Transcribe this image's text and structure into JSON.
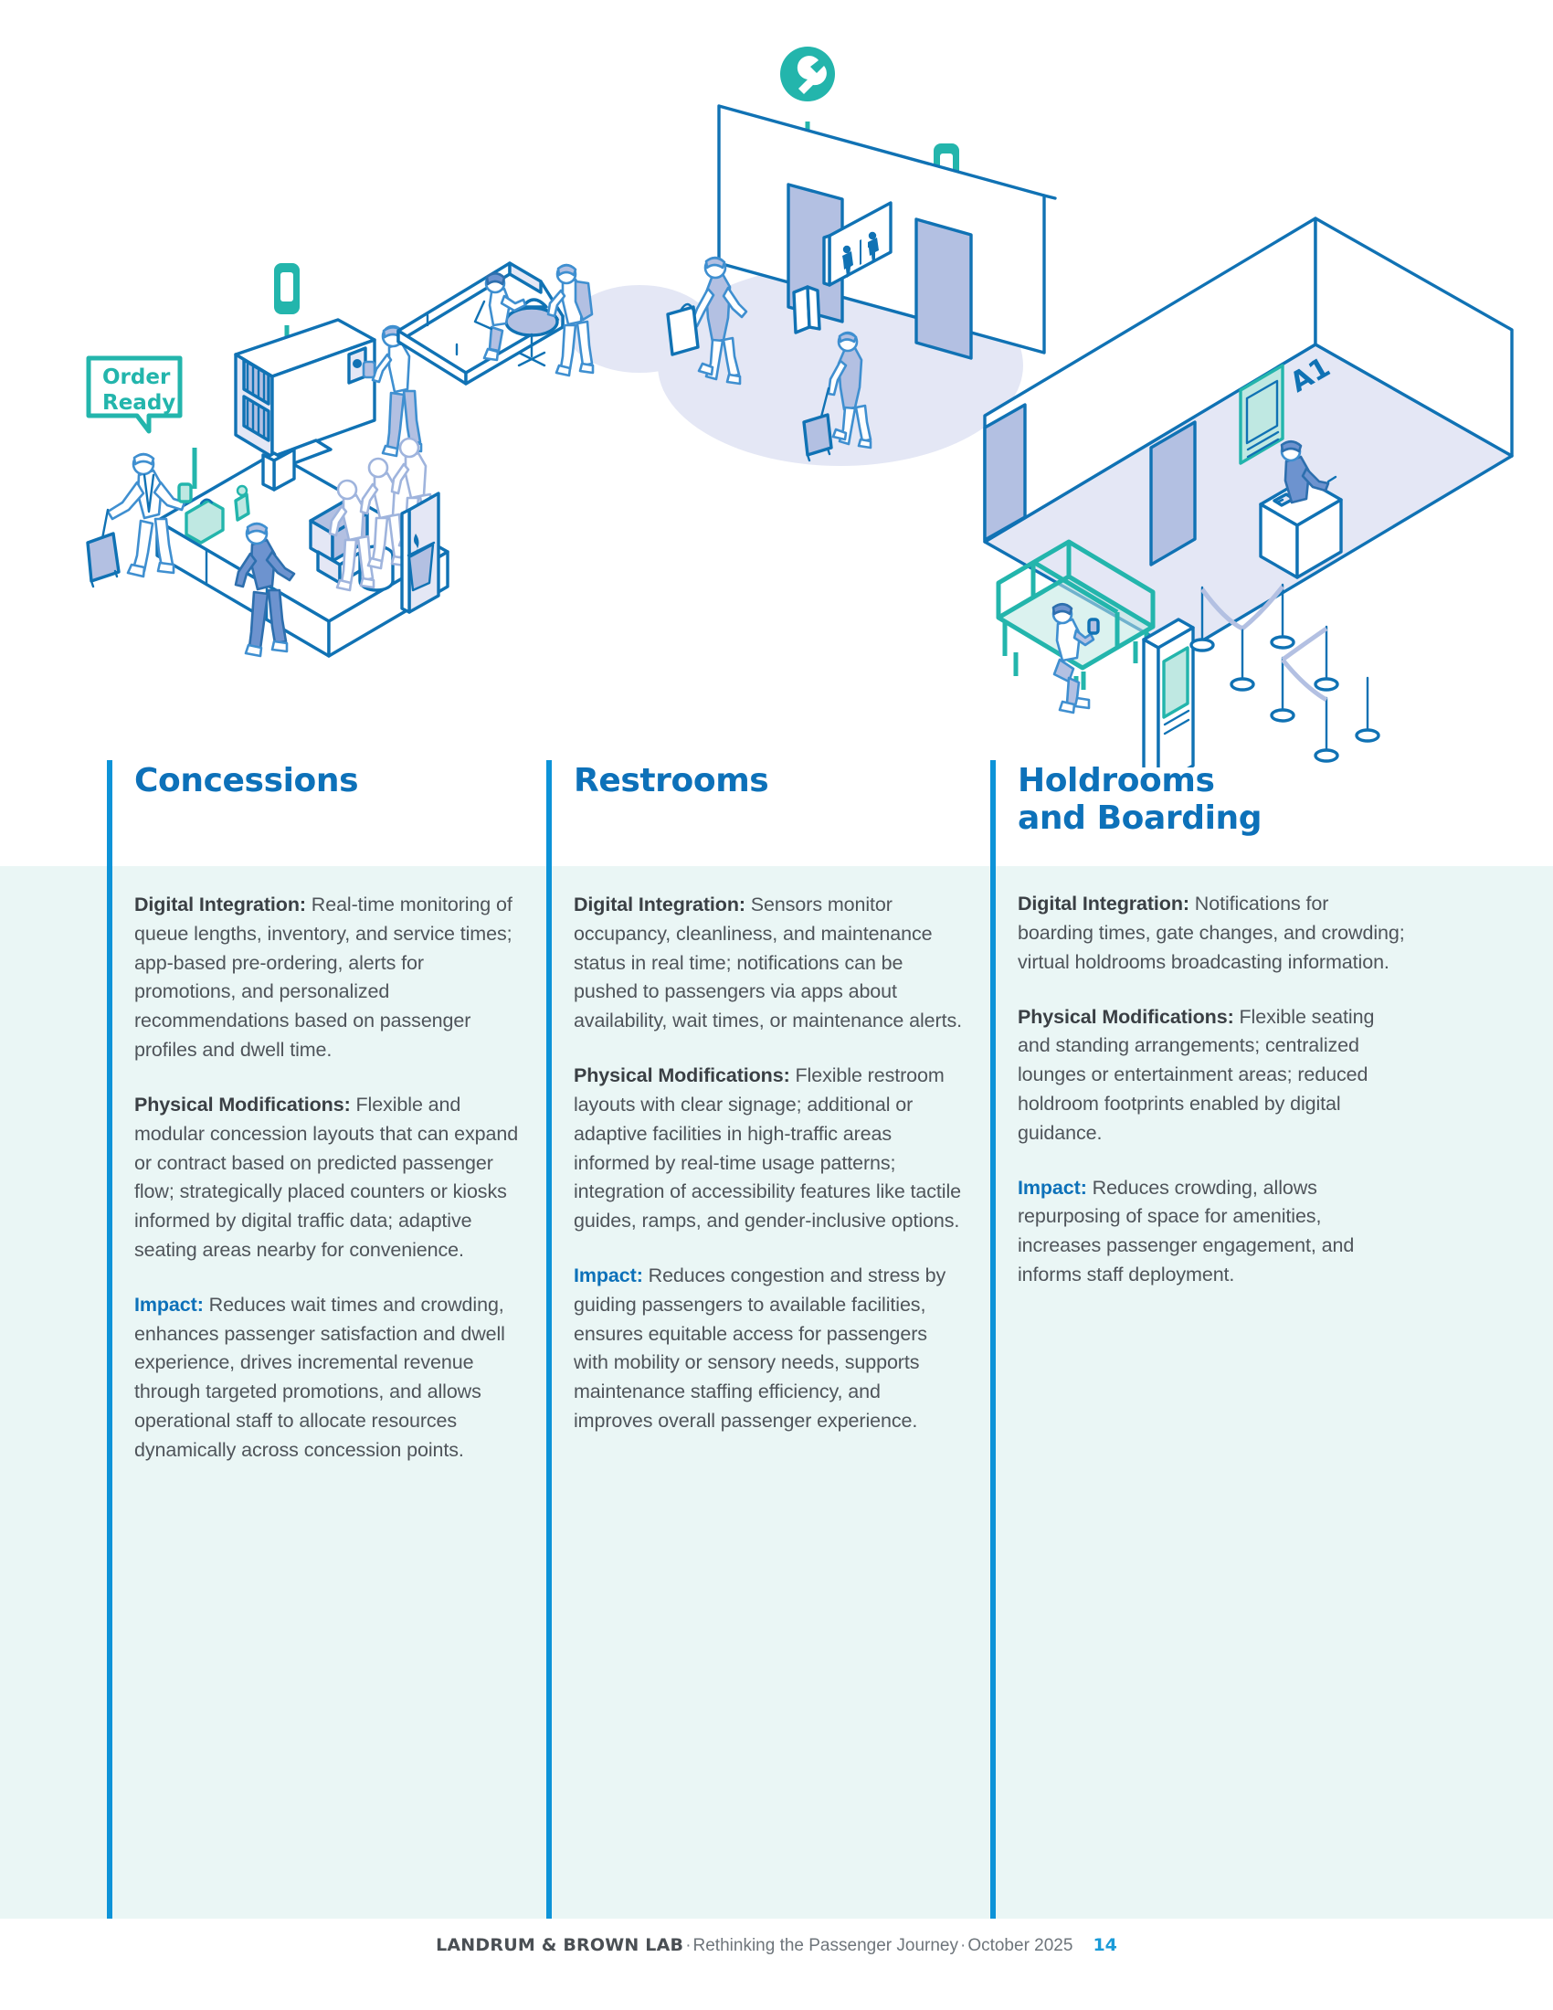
{
  "document": {
    "page_number": "14"
  },
  "illustration": {
    "order_ready_sign": "Order\nReady",
    "gate_label": "A1",
    "icons": {
      "maintenance": "wrench-icon",
      "phone_concessions": "mobile-phone-icon",
      "phone_restrooms": "mobile-phone-icon",
      "restroom_sign": "restroom-sign-icon"
    }
  },
  "columns": [
    {
      "title": "Concessions",
      "paragraphs": [
        {
          "lead": "Digital Integration:",
          "lead_style": "dark",
          "text": " Real-time monitoring of queue lengths, inventory, and service times; app-based pre-ordering, alerts for promotions, and personalized recommendations based on passenger profiles and dwell time."
        },
        {
          "lead": "Physical Modifications:",
          "lead_style": "dark",
          "text": " Flexible and modular concession layouts that can expand or contract based on predicted passenger flow; strategically placed counters or kiosks informed by digital traffic data; adaptive seating areas nearby for convenience."
        },
        {
          "lead": "Impact:",
          "lead_style": "blue",
          "text": " Reduces wait times and crowding, enhances passenger satisfaction and dwell experience, drives incremental revenue through targeted promotions, and allows operational staff to allocate resources dynamically across concession points."
        }
      ]
    },
    {
      "title": "Restrooms",
      "paragraphs": [
        {
          "lead": "Digital Integration:",
          "lead_style": "dark",
          "text": " Sensors monitor occupancy, cleanliness, and maintenance status in real time; notifications can be pushed to passengers via apps about availability, wait times, or maintenance alerts."
        },
        {
          "lead": "Physical Modifications:",
          "lead_style": "dark",
          "text": " Flexible restroom layouts with clear signage; additional or adaptive facilities in high-traffic areas informed by real-time usage patterns; integration of accessibility features like tactile guides, ramps, and gender-inclusive options."
        },
        {
          "lead": "Impact:",
          "lead_style": "blue",
          "text": " Reduces congestion and stress by guiding passengers to available facilities, ensures equitable access for passengers with mobility or sensory needs, supports maintenance staffing efficiency, and improves overall passenger experience."
        }
      ]
    },
    {
      "title": "Holdrooms\nand Boarding",
      "paragraphs": [
        {
          "lead": "Digital Integration:",
          "lead_style": "dark",
          "text": " Notifications for boarding times, gate changes, and crowding; virtual holdrooms broadcasting information."
        },
        {
          "lead": "Physical Modifications:",
          "lead_style": "dark",
          "text": " Flexible seating and standing arrangements; centralized lounges or entertainment areas; reduced holdroom footprints enabled by digital guidance."
        },
        {
          "lead": "Impact:",
          "lead_style": "blue",
          "text": " Reduces crowding, allows repurposing of space for amenities, increases passenger engagement, and informs staff deployment."
        }
      ]
    }
  ],
  "footer": {
    "brand": "LANDRUM & BROWN LAB",
    "separator": "·",
    "subtitle": "Rethinking the Passenger Journey",
    "date": "October 2025",
    "page_number": "14"
  },
  "colors": {
    "accent_blue": "#0d93d8",
    "heading_blue": "#0d71b9",
    "teal": "#23b5ac",
    "band": "#eaf6f5",
    "body_text": "#4f545a",
    "line_blue": "#1072b4",
    "fill_periwinkle": "#b3c0e2",
    "fill_lavender": "#e4e7f5"
  }
}
